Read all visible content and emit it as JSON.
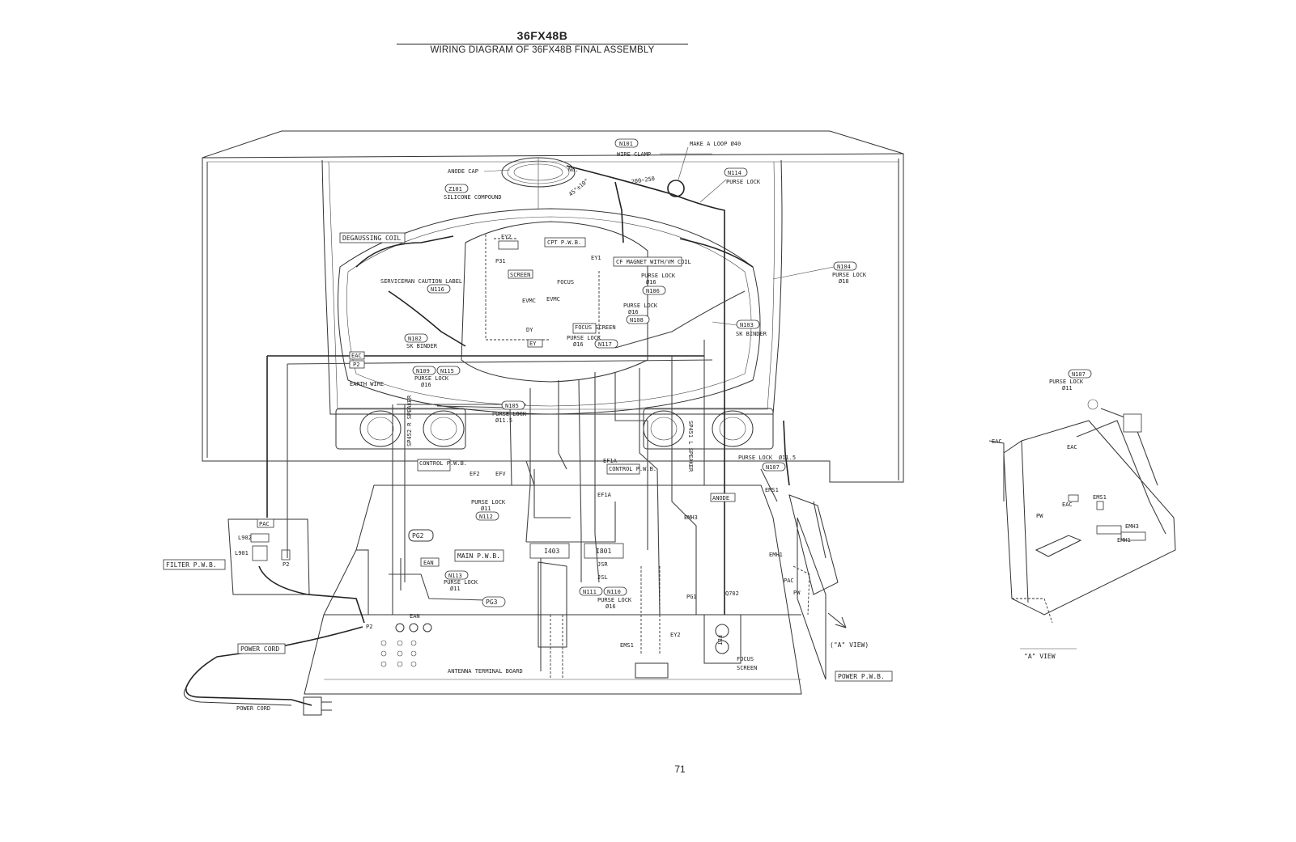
{
  "header": {
    "model": "36FX48B",
    "subtitle": "WIRING DIAGRAM OF 36FX48B FINAL ASSEMBLY"
  },
  "page_number": "71",
  "labels": {
    "n101": "N101",
    "wire_clamp": "WIRE CLAMP",
    "make_loop": "MAKE A LOOP Ø40",
    "n114": "N114",
    "purse_lock": "PURSE LOCK",
    "anode_cap": "ANODE CAP",
    "z101": "Z101",
    "silicone": "SILICONE COMPOUND",
    "dim_250": "200~250",
    "angle": "45°±10°",
    "no": "No.",
    "degaussing": "DEGAUSSING COIL",
    "ey2": "EY2",
    "cpt_pwb": "CPT P.W.B.",
    "p31": "P31",
    "screen": "SCREEN",
    "focus": "FOCUS",
    "ey1": "EY1",
    "cf_magnet": "CF MAGNET WITH/VM COIL",
    "n104": "N104",
    "purse_lock_18": "PURSE LOCK",
    "d18": "Ø18",
    "d16": "Ø16",
    "n106": "N106",
    "n108": "N108",
    "n103": "N103",
    "sk_binder": "SK BINDER",
    "serviceman": "SERVICEMAN CAUTION LABEL",
    "n116": "N116",
    "evmc": "EVMC",
    "n102": "N102",
    "ey": "EY",
    "dy": "DY",
    "focus_screen": "FOCUS SCREEN",
    "n117": "N117",
    "eac": "EAC",
    "p2": "P2",
    "n109": "N109",
    "n115": "N115",
    "earth_wire": "EARTH WIRE",
    "n105": "N105",
    "d115": "Ø11.5",
    "sp452": "SP452 R SPEAKER",
    "sp451": "SP451 L SPEAKER",
    "control_pwb": "CONTROL P.W.B.",
    "ef2": "EF2",
    "efv": "EFV",
    "ef1a": "EF1A",
    "control_pwb2": "CONTROL P.W.B.",
    "n107": "N107",
    "d11": "Ø11",
    "n112": "N112",
    "anode": "ANODE",
    "emh3": "EMH3",
    "ems1": "EMS1",
    "emh1": "EMH1",
    "pg2": "PG2",
    "ean": "EAN",
    "main_pwb": "MAIN P.W.B.",
    "i403": "I403",
    "i801": "I801",
    "n113": "N113",
    "n111": "N111",
    "n110": "N110",
    "pg3": "PG3",
    "jsr": "JSR",
    "jsl": "JSL",
    "pg1": "PG1",
    "q702": "Q702",
    "pac": "PAC",
    "pw": "PW",
    "l902": "L902",
    "l901": "L901",
    "filter_pwb": "FILTER P.W.B.",
    "power_cord": "POWER CORD",
    "antenna": "ANTENNA TERMINAL BOARD",
    "fbt": "FBT",
    "a_view_arrow": "(\"A\" VIEW)",
    "power_pwb": "POWER P.W.B.",
    "power_cord2": "POWER CORD",
    "a_view": "\"A\" VIEW",
    "ems1b": "EMS1",
    "emh3b": "EMH3",
    "emh1b": "EMH1"
  },
  "colors": {
    "ink": "#222222",
    "paper": "#ffffff"
  }
}
